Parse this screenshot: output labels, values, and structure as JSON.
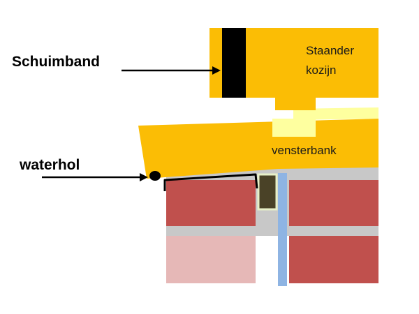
{
  "labels": {
    "foam_tape": "Schuimband",
    "drip_hole": "waterhol",
    "frame_line1": "Staander",
    "frame_line2": "kozijn",
    "sill": "vensterbank"
  },
  "colors": {
    "wood": "#fbbd05",
    "foam": "#000000",
    "sill_highlight": "#feff9f",
    "brick": "#c0504d",
    "brick_light": "#e6b8b7",
    "mortar": "#c8c8c8",
    "cavity_fill": "#4a4227",
    "cavity_border": "#e8f0c8",
    "insulation": "#8eb4e3",
    "drip_edge": "#000000",
    "arrow": "#000000"
  }
}
